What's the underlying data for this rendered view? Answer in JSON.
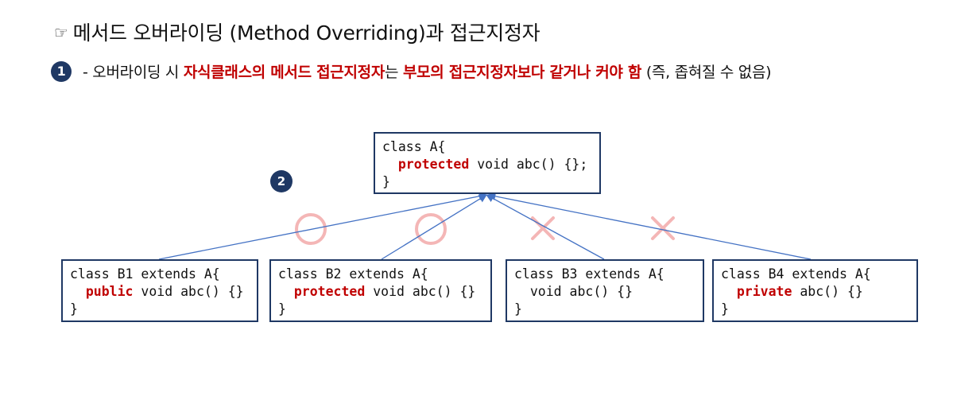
{
  "title": {
    "icon": "pointing-hand-icon",
    "hand_glyph": "☞",
    "text": "메서드 오버라이딩 (Method Overriding)과 접근지정자"
  },
  "note": {
    "number": "1",
    "lead": "- 오버라이딩 시 ",
    "em1": "자식클래스의 메서드 접근지정자",
    "mid": "는 ",
    "em2": "부모의 접근지정자보다 같거나 커야 함",
    "tail": " (즉, 좁혀질 수 없음)"
  },
  "badge2": "2",
  "colors": {
    "navy": "#1f3864",
    "keyword_red": "#c00000",
    "marker_pink": "#f4b6b6",
    "arrow_blue": "#4472c4"
  },
  "parent": {
    "line1": "class A{",
    "indent": "  ",
    "kw": "protected",
    "rest": " void abc() {};",
    "close": "}"
  },
  "children": [
    {
      "line1": "class B1 extends A{",
      "indent": "  ",
      "kw": "public",
      "rest": " void abc() {}",
      "close": "}",
      "marker": "O"
    },
    {
      "line1": "class B2 extends A{",
      "indent": "  ",
      "kw": "protected",
      "rest": " void abc() {}",
      "close": "}",
      "marker": "O"
    },
    {
      "line1": "class B3 extends A{",
      "indent": "  ",
      "kw": "",
      "rest": "void abc() {}",
      "close": "}",
      "marker": "X"
    },
    {
      "line1": "class B4 extends A{",
      "indent": "  ",
      "kw": "private",
      "rest": " abc() {}",
      "close": "}",
      "marker": "X"
    }
  ]
}
